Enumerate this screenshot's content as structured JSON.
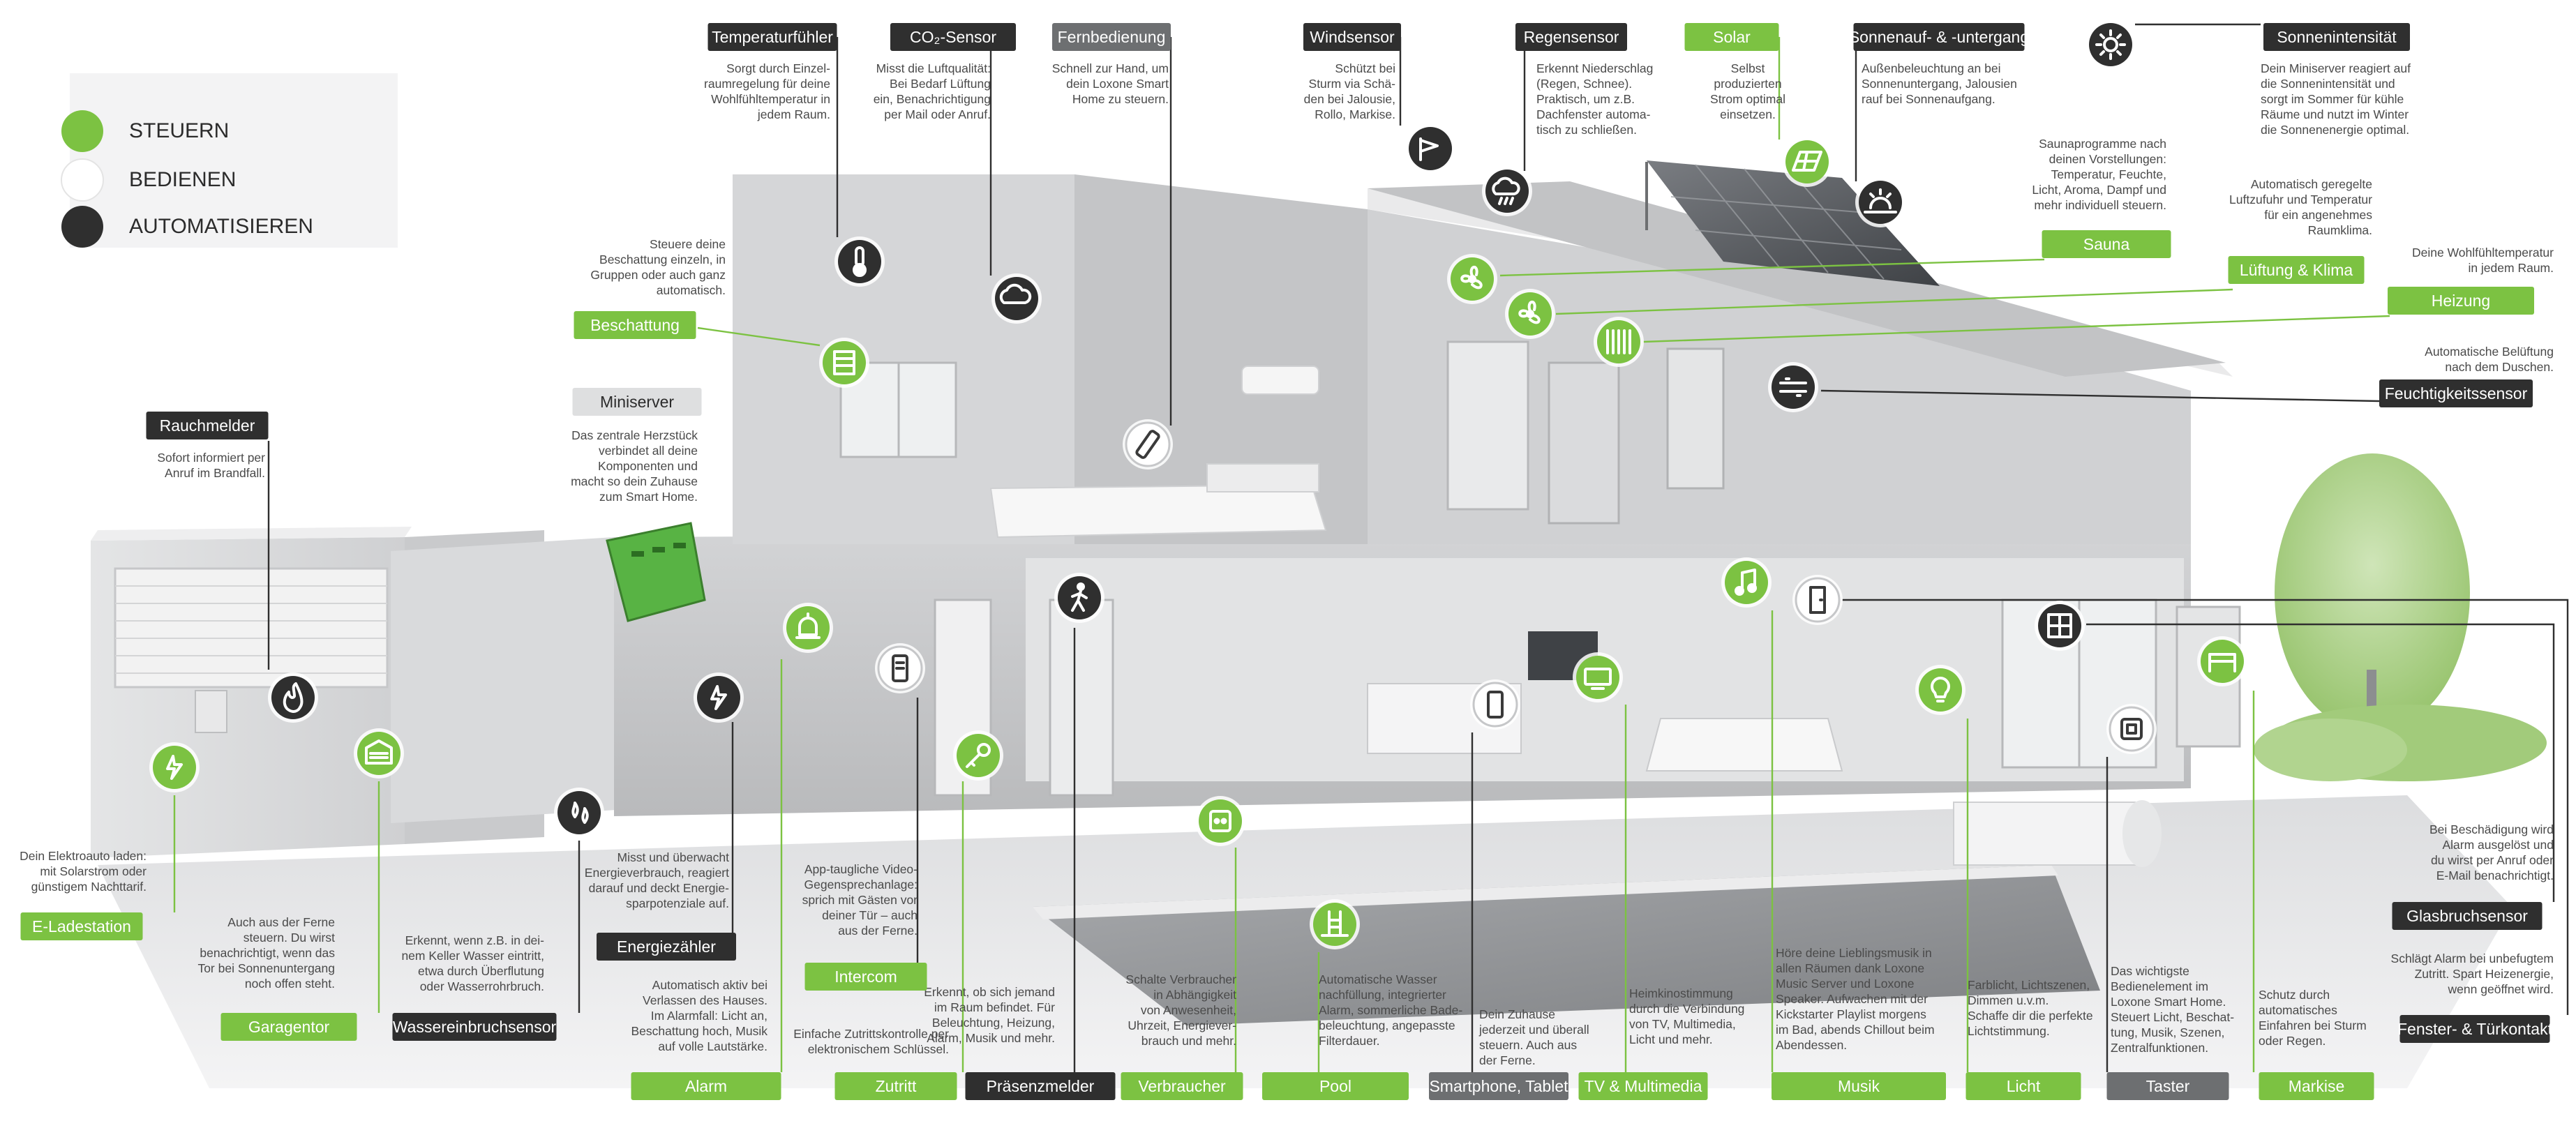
{
  "legend": [
    {
      "label": "STEUERN",
      "color": "#7cc242"
    },
    {
      "label": "BEDIENEN",
      "color": "#ffffff"
    },
    {
      "label": "AUTOMATISIEREN",
      "color": "#2f2f2f"
    }
  ],
  "features": [
    {
      "id": "temperaturfuehler",
      "label": "Temperaturfühler",
      "style": "dark",
      "icon": "thermometer-icon",
      "desc": [
        "Sorgt durch Einzel-",
        "raumregelung für deine",
        "Wohlfühltemperatur in",
        "jedem Raum."
      ]
    },
    {
      "id": "co2sensor",
      "label": "CO₂-Sensor",
      "style": "dark",
      "icon": "co2-icon",
      "desc": [
        "Misst die Luftqualität:",
        "Bei Bedarf Lüftung",
        "ein, Benachrichtigung",
        "per Mail oder Anruf."
      ]
    },
    {
      "id": "fernbedienung",
      "label": "Fernbedienung",
      "style": "gray",
      "icon": "remote-icon",
      "desc": [
        "Schnell zur Hand, um",
        "dein Loxone Smart",
        "Home zu steuern."
      ]
    },
    {
      "id": "windsensor",
      "label": "Windsensor",
      "style": "dark",
      "icon": "wind-sensor-icon",
      "desc": [
        "Schützt bei",
        "Sturm via Schä-",
        "den bei Jalousie,",
        "Rollo, Markise."
      ]
    },
    {
      "id": "regensensor",
      "label": "Regensensor",
      "style": "dark",
      "icon": "rain-cloud-icon",
      "desc": [
        "Erkennt Niederschlag",
        "(Regen, Schnee).",
        "Praktisch, um z.B.",
        "Dachfenster automa-",
        "tisch zu schließen."
      ]
    },
    {
      "id": "solar",
      "label": "Solar",
      "style": "green",
      "icon": "solar-panel-icon",
      "desc": [
        "Selbst",
        "produzierten",
        "Strom optimal",
        "einsetzen."
      ]
    },
    {
      "id": "sonnenauf",
      "label": "Sonnenauf- & -untergang",
      "style": "dark",
      "icon": "sunrise-icon",
      "desc": [
        "Außenbeleuchtung an bei",
        "Sonnenuntergang, Jalousien",
        "rauf bei Sonnenaufgang."
      ]
    },
    {
      "id": "sonnenintensitaet",
      "label": "Sonnenintensität",
      "style": "dark",
      "icon": "sun-icon",
      "desc": [
        "Dein Miniserver reagiert auf",
        "die Sonnenintensität und",
        "sorgt im Sommer für kühle",
        "Räume und nutzt im Winter",
        "die Sonnenenergie optimal."
      ]
    },
    {
      "id": "sauna",
      "label": "Sauna",
      "style": "green",
      "icon": "sauna-icon",
      "desc": [
        "Saunaprogramme nach",
        "deinen Vorstellungen:",
        "Temperatur, Feuchte,",
        "Licht, Aroma, Dampf und",
        "mehr individuell steuern."
      ]
    },
    {
      "id": "lueftung",
      "label": "Lüftung & Klima",
      "style": "green",
      "icon": "fan-icon",
      "desc": [
        "Automatisch geregelte",
        "Luftzufuhr und Temperatur",
        "für ein angenehmes",
        "Raumklima."
      ]
    },
    {
      "id": "heizung",
      "label": "Heizung",
      "style": "green",
      "icon": "radiator-icon",
      "desc": [
        "Deine Wohlfühltemperatur",
        "in jedem Raum."
      ]
    },
    {
      "id": "feuchtigkeit",
      "label": "Feuchtigkeitssensor",
      "style": "dark",
      "icon": "humidity-icon",
      "desc": [
        "Automatische Belüftung",
        "nach dem Duschen."
      ]
    },
    {
      "id": "beschattung",
      "label": "Beschattung",
      "style": "green",
      "icon": "blinds-icon",
      "desc": [
        "Steuere deine",
        "Beschattung einzeln, in",
        "Gruppen oder auch ganz",
        "automatisch."
      ]
    },
    {
      "id": "miniserver",
      "label": "Miniserver",
      "style": "light",
      "icon": "miniserver-icon",
      "desc": [
        "Das zentrale Herzstück",
        "verbindet all deine",
        "Komponenten und",
        "macht so dein Zuhause",
        "zum Smart Home."
      ]
    },
    {
      "id": "rauchmelder",
      "label": "Rauchmelder",
      "style": "dark",
      "icon": "flame-icon",
      "desc": [
        "Sofort informiert per",
        "Anruf im Brandfall."
      ]
    },
    {
      "id": "eladestation",
      "label": "E-Ladestation",
      "style": "green",
      "icon": "ev-charge-icon",
      "desc": [
        "Dein Elektroauto laden:",
        "mit Solarstrom oder",
        "günstigem Nachttarif."
      ]
    },
    {
      "id": "garagentor",
      "label": "Garagentor",
      "style": "green",
      "icon": "garage-icon",
      "desc": [
        "Auch aus der Ferne",
        "steuern. Du wirst",
        "benachrichtigt, wenn das",
        "Tor bei Sonnenuntergang",
        "noch offen steht."
      ]
    },
    {
      "id": "wassereinbruch",
      "label": "Wassereinbruchsensor",
      "style": "dark",
      "icon": "water-drop-icon",
      "desc": [
        "Erkennt, wenn z.B. in dei-",
        "nem Keller Wasser eintritt,",
        "etwa durch Überflutung",
        "oder Wasserrohrbruch."
      ]
    },
    {
      "id": "energiezaehler",
      "label": "Energiezähler",
      "style": "dark",
      "icon": "energy-meter-icon",
      "desc": [
        "Misst und überwacht",
        "Energieverbrauch, reagiert",
        "darauf und deckt Energie-",
        "sparpotenziale auf."
      ]
    },
    {
      "id": "alarm",
      "label": "Alarm",
      "style": "green",
      "icon": "alarm-icon",
      "desc": [
        "Automatisch aktiv bei",
        "Verlassen des Hauses.",
        "Im Alarmfall: Licht an,",
        "Beschattung hoch, Musik",
        "auf volle Lautstärke."
      ]
    },
    {
      "id": "intercom",
      "label": "Intercom",
      "style": "green",
      "icon": "intercom-icon",
      "desc": [
        "App-taugliche Video-",
        "Gegensprechanlage:",
        "sprich mit Gästen vor",
        "deiner Tür – auch",
        "aus der Ferne."
      ]
    },
    {
      "id": "zutritt",
      "label": "Zutritt",
      "style": "green",
      "icon": "key-icon",
      "desc": [
        "Einfache Zutrittskontrolle per",
        "elektronischem Schlüssel."
      ]
    },
    {
      "id": "praesenz",
      "label": "Präsenzmelder",
      "style": "dark",
      "icon": "walking-person-icon",
      "desc": [
        "Erkennt, ob sich jemand",
        "im Raum befindet. Für",
        "Beleuchtung, Heizung,",
        "Alarm, Musik und mehr."
      ]
    },
    {
      "id": "verbraucher",
      "label": "Verbraucher",
      "style": "green",
      "icon": "socket-icon",
      "desc": [
        "Schalte Verbraucher",
        "in Abhängigkeit",
        "von Anwesenheit,",
        "Uhrzeit, Energiever-",
        "brauch und mehr."
      ]
    },
    {
      "id": "pool",
      "label": "Pool",
      "style": "green",
      "icon": "pool-ladder-icon",
      "desc": [
        "Automatische Wasser",
        "nachfüllung, integrierter",
        "Alarm, sommerliche Bade-",
        "beleuchtung, angepasste",
        "Filterdauer."
      ]
    },
    {
      "id": "smartphone",
      "label": "Smartphone, Tablet",
      "style": "gray",
      "icon": "smartphone-icon",
      "desc": [
        "Dein Zuhause",
        "jederzeit und überall",
        "steuern. Auch aus",
        "der Ferne."
      ]
    },
    {
      "id": "tv",
      "label": "TV & Multimedia",
      "style": "green",
      "icon": "tv-icon",
      "desc": [
        "Heimkinostimmung",
        "durch die Verbindung",
        "von TV, Multimedia,",
        "Licht und mehr."
      ]
    },
    {
      "id": "musik",
      "label": "Musik",
      "style": "green",
      "icon": "music-note-icon",
      "desc": [
        "Höre deine Lieblingsmusik in",
        "allen Räumen dank Loxone",
        "Music Server und Loxone",
        "Speaker. Aufwachen mit der",
        "Kickstarter Playlist morgens",
        "im Bad, abends Chillout beim",
        "Abendessen."
      ]
    },
    {
      "id": "licht",
      "label": "Licht",
      "style": "green",
      "icon": "light-bulb-icon",
      "desc": [
        "Farblicht, Lichtszenen,",
        "Dimmen u.v.m.",
        "Schaffe dir die perfekte",
        "Lichtstimmung."
      ]
    },
    {
      "id": "taster",
      "label": "Taster",
      "style": "gray",
      "icon": "switch-icon",
      "desc": [
        "Das wichtigste",
        "Bedienelement im",
        "Loxone Smart Home.",
        "Steuert Licht, Beschat-",
        "tung, Musik, Szenen,",
        "Zentralfunktionen."
      ]
    },
    {
      "id": "markise",
      "label": "Markise",
      "style": "green",
      "icon": "awning-icon",
      "desc": [
        "Schutz durch",
        "automatisches",
        "Einfahren bei Sturm",
        "oder Regen."
      ]
    },
    {
      "id": "glasbruch",
      "label": "Glasbruchsensor",
      "style": "dark",
      "icon": "window-icon",
      "desc": [
        "Bei Beschädigung wird",
        "Alarm ausgelöst und",
        "du wirst per Anruf oder",
        "E-Mail benachrichtigt."
      ]
    },
    {
      "id": "fenster",
      "label": "Fenster- & Türkontakt",
      "style": "dark",
      "icon": "door-contact-icon",
      "desc": [
        "Schlägt Alarm bei unbefugtem",
        "Zutritt. Spart Heizenergie,",
        "wenn geöffnet wird."
      ]
    }
  ]
}
